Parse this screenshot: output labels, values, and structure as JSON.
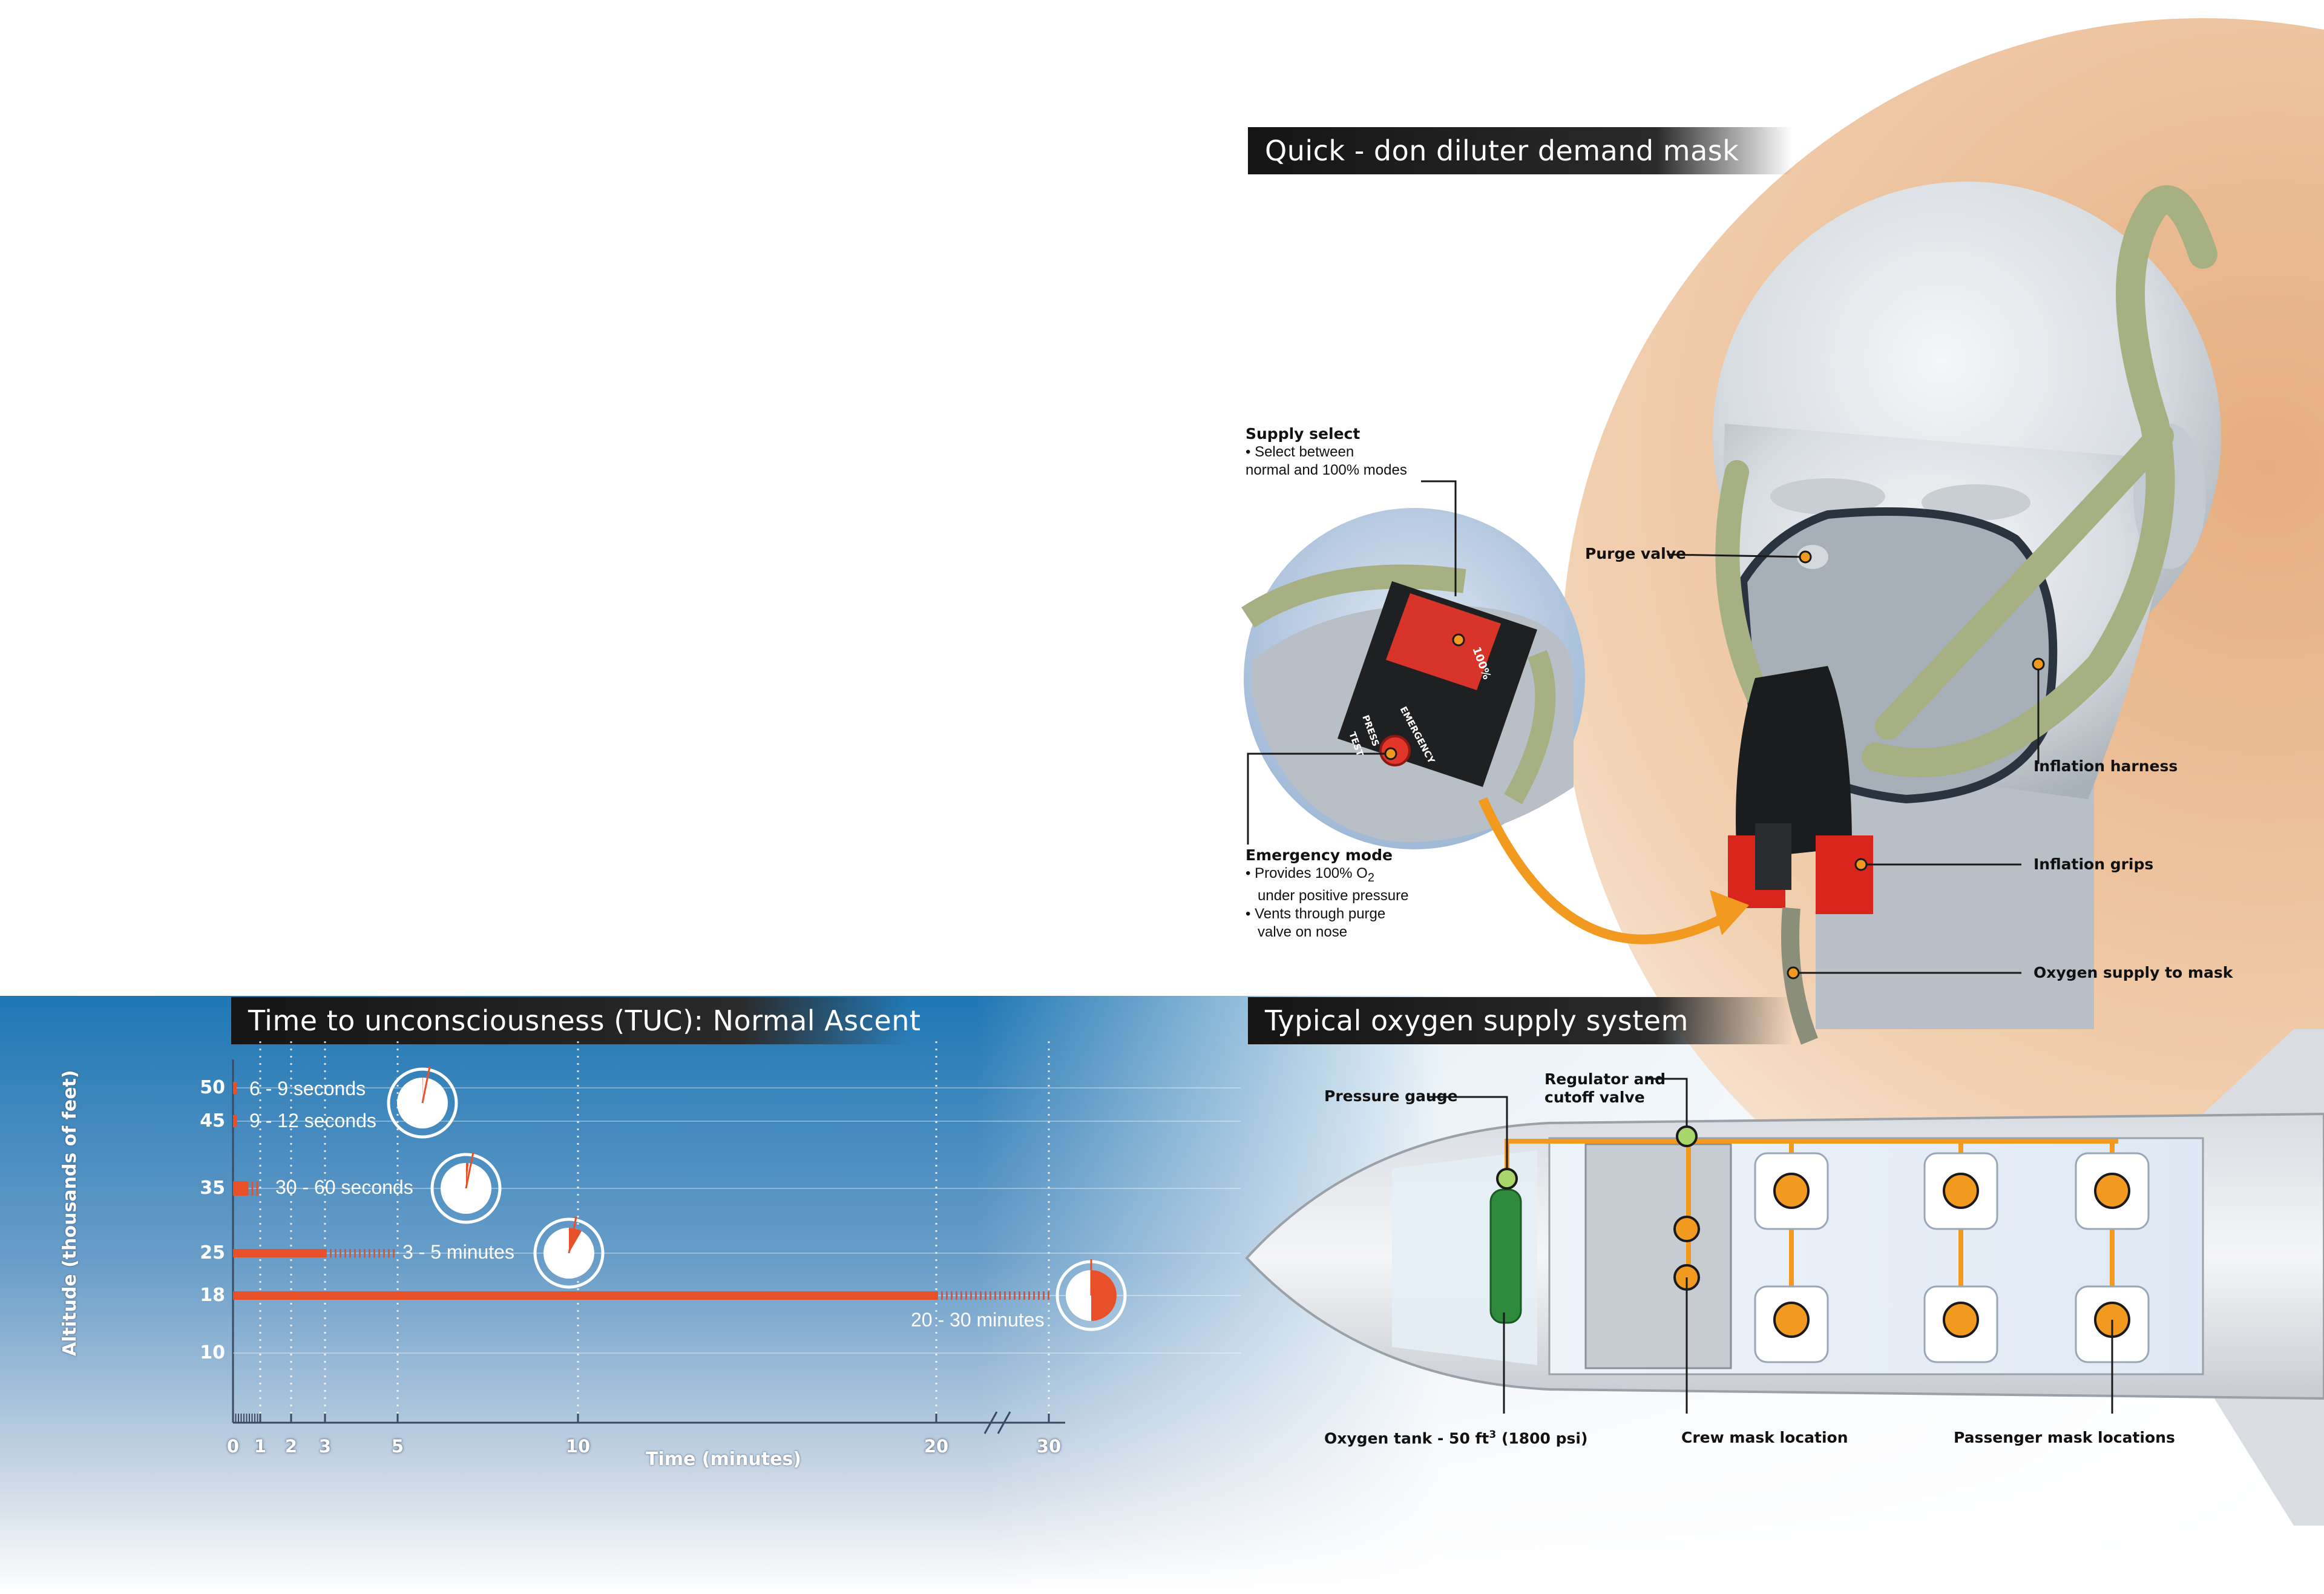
{
  "mask_section": {
    "title": "Quick - don diluter demand  mask",
    "supply_select": {
      "heading": "Supply select",
      "lines": [
        "• Select between",
        "normal and 100% modes"
      ]
    },
    "emergency_mode": {
      "heading": "Emergency mode",
      "line1_prefix": "• Provides 100% O",
      "line1_sub": "2",
      "line2": "under positive pressure",
      "line3": "• Vents through purge",
      "line4": "valve on nose"
    },
    "labels": {
      "purge_valve": "Purge valve",
      "inflation_harness": "Inflation harness",
      "inflation_grips": "Inflation grips",
      "oxygen_supply": "Oxygen supply to mask"
    },
    "device_text": {
      "press": "PRESS",
      "test": "TEST",
      "emergency": "EMERGENCY",
      "mode_100": "100%"
    }
  },
  "tuc_section": {
    "title": "Time to unconsciousness (TUC): Normal Ascent"
  },
  "supply_section": {
    "title": "Typical oxygen supply system",
    "labels": {
      "pressure_gauge": "Pressure gauge",
      "regulator_line1": "Regulator and",
      "regulator_line2": "cutoff valve",
      "oxygen_tank_prefix": "Oxygen tank - 50 ft",
      "oxygen_tank_sup": "3",
      "oxygen_tank_suffix": " (1800 psi)",
      "crew_mask": "Crew mask location",
      "passenger_mask": "Passenger mask locations"
    }
  },
  "colors": {
    "bar": "#e8502a",
    "tube_orange": "#f29a20",
    "sky_top": "#1f77b4",
    "peach": "#e8b48a",
    "title_dark": "#1a1a1a"
  },
  "chart_data": {
    "type": "bar",
    "title": "Time to unconsciousness (TUC): Normal Ascent",
    "xlabel": "Time (minutes)",
    "ylabel": "Altitude (thousands of feet)",
    "x_ticks": [
      "0",
      "1",
      "2",
      "3",
      "5",
      "10",
      "20",
      "30"
    ],
    "y_ticks": [
      "50",
      "45",
      "35",
      "25",
      "18",
      "10"
    ],
    "series": [
      {
        "altitude": 50,
        "min_minutes": 0.1,
        "max_minutes": 0.15,
        "label": "6 - 9 seconds"
      },
      {
        "altitude": 45,
        "min_minutes": 0.15,
        "max_minutes": 0.2,
        "label": "9 - 12 seconds"
      },
      {
        "altitude": 35,
        "min_minutes": 0.5,
        "max_minutes": 1,
        "label": "30 - 60 seconds"
      },
      {
        "altitude": 25,
        "min_minutes": 3,
        "max_minutes": 5,
        "label": "3 - 5 minutes"
      },
      {
        "altitude": 18,
        "min_minutes": 20,
        "max_minutes": 30,
        "label": "20 - 30 minutes"
      }
    ],
    "axis_break_after": 20
  }
}
